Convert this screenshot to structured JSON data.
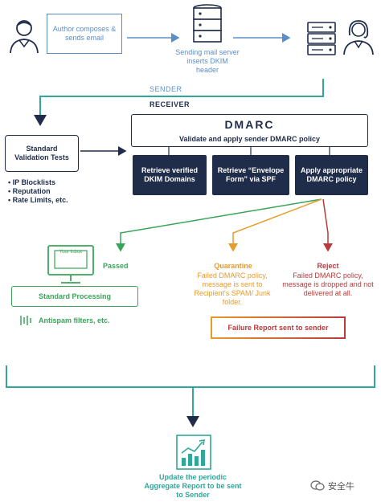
{
  "top": {
    "author_text": "Author composes & sends email",
    "server_text": "Sending mail server inserts DKIM header"
  },
  "divider": {
    "sender_label": "SENDER",
    "receiver_label": "RECEIVER"
  },
  "validation": {
    "title": "Standard Validation Tests",
    "items": [
      "IP Blocklists",
      "Reputation",
      "Rate Limits, etc."
    ]
  },
  "dmarc": {
    "logo": "DMARC",
    "subtitle": "Validate and apply sender DMARC policy",
    "steps": [
      "Retrieve verified DKIM Domains",
      "Retrieve “Envelope Form” via SPF",
      "Apply appropriate DMARC policy"
    ]
  },
  "outcomes": {
    "inbox_label": "Your Inbox",
    "passed_label": "Passed",
    "standard_processing": "Standard Processing",
    "antispam": "Antispam filters, etc.",
    "quarantine_label": "Quarantine",
    "quarantine_text": "Failed DMARC policy, message is sent to Recipient's SPAM/ Junk folder.",
    "reject_label": "Reject",
    "reject_text": "Failed DMARC policy, message is dropped and not delivered at all.",
    "failure_report": "Failure Report sent to sender"
  },
  "aggregate": {
    "text": "Update the periodic Aggregate Report to be sent to Sender"
  },
  "watermark": {
    "text": "安全牛"
  },
  "colors": {
    "blue": "#5b8ec9",
    "navy": "#1f2d4a",
    "green": "#3aa55a",
    "orange": "#e89a2a",
    "red": "#b93a3a",
    "teal": "#2fa79a"
  }
}
